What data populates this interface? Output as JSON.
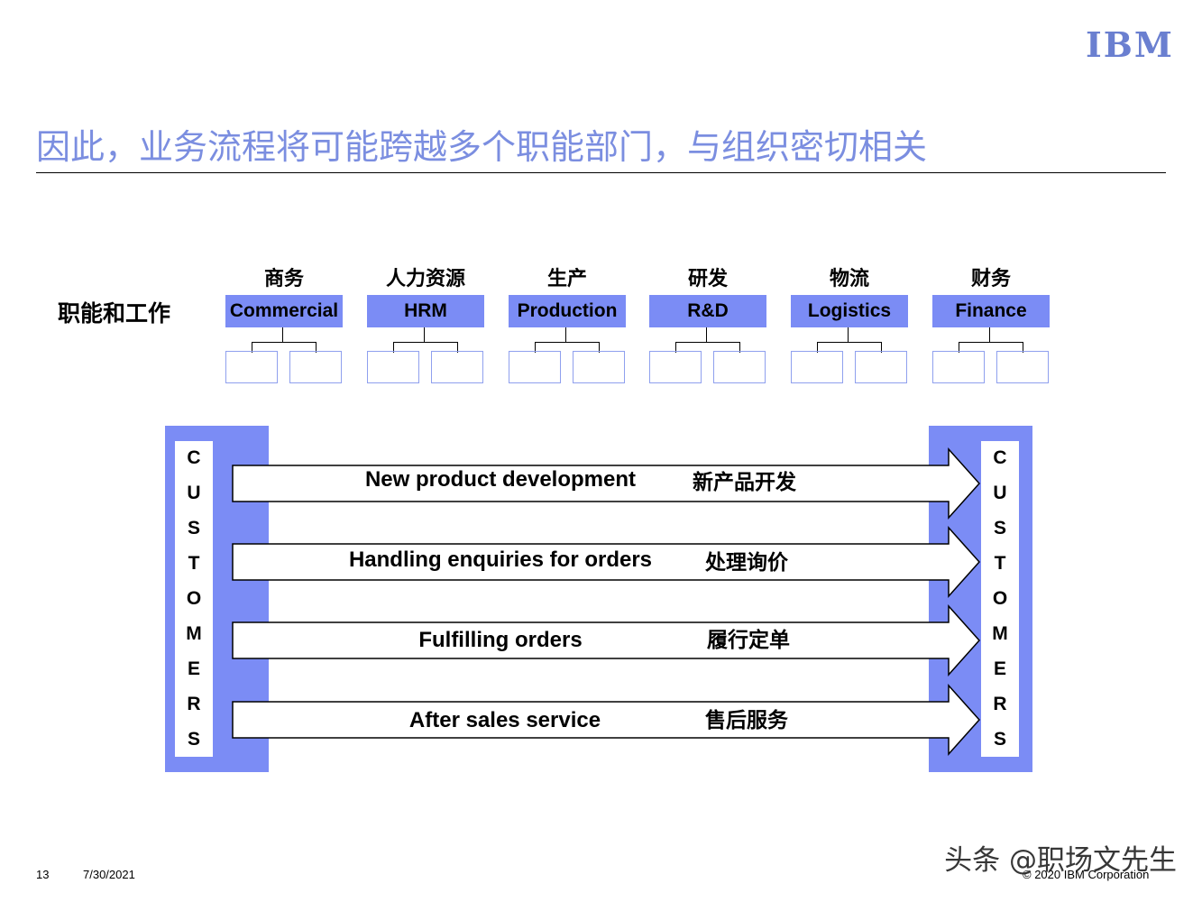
{
  "header": {
    "logo": "IBM",
    "title": "因此，业务流程将可能跨越多个职能部门，与组织密切相关"
  },
  "functions": {
    "label": "职能和工作",
    "departments": [
      {
        "zh": "商务",
        "en": "Commercial"
      },
      {
        "zh": "人力资源",
        "en": "HRM"
      },
      {
        "zh": "生产",
        "en": "Production"
      },
      {
        "zh": "研发",
        "en": "R&D"
      },
      {
        "zh": "物流",
        "en": "Logistics"
      },
      {
        "zh": "财务",
        "en": "Finance"
      }
    ]
  },
  "customers": {
    "left": [
      "C",
      "U",
      "S",
      "T",
      "O",
      "M",
      "E",
      "R",
      "S"
    ],
    "right": [
      "C",
      "U",
      "S",
      "T",
      "O",
      "M",
      "E",
      "R",
      "S"
    ]
  },
  "processes": [
    {
      "en": "New product development",
      "zh": "新产品开发"
    },
    {
      "en": "Handling enquiries for orders",
      "zh": "处理询价"
    },
    {
      "en": "Fulfilling orders",
      "zh": "履行定单"
    },
    {
      "en": "After sales service",
      "zh": "售后服务"
    }
  ],
  "footer": {
    "page": "13",
    "date": "7/30/2021",
    "copyright": "© 2020 IBM Corporation",
    "watermark": "头条 @职场文先生"
  },
  "colors": {
    "accent": "#7b8cf5",
    "title": "#7b8ee0"
  }
}
